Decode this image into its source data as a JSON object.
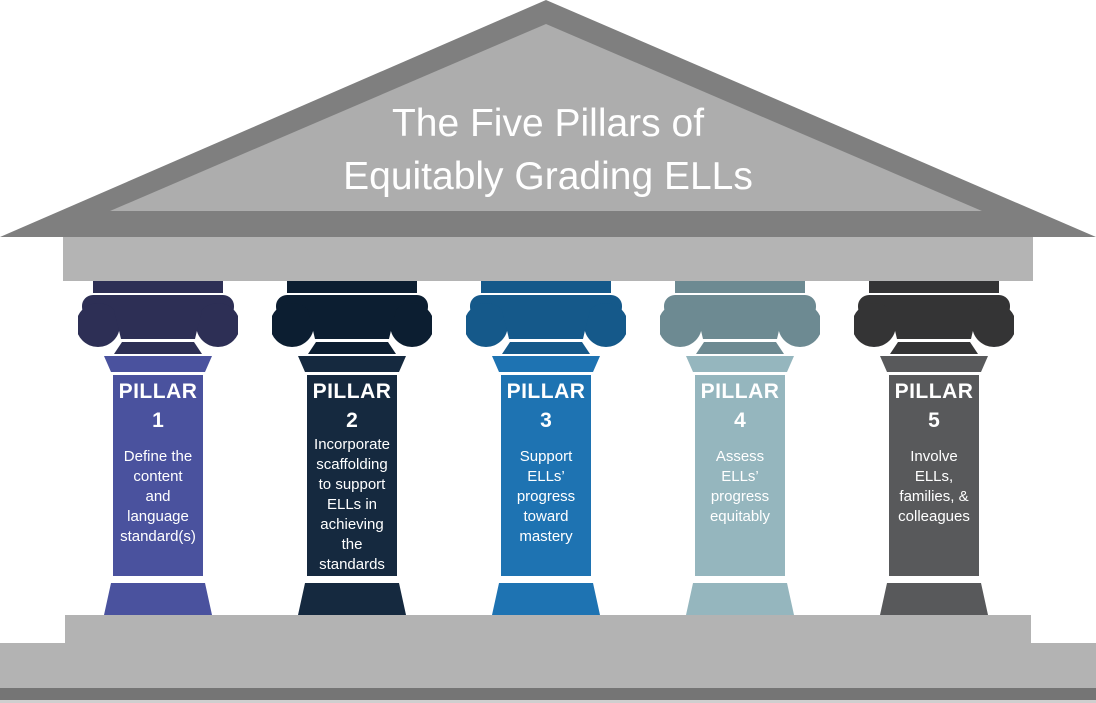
{
  "title_lines": [
    "The Five Pillars of",
    "Equitably Grading ELLs"
  ],
  "colors": {
    "pediment_dark": "#7f7f7f",
    "pediment_light": "#adadad",
    "entablature": "#b4b4b4",
    "step_upper": "#b3b3b3",
    "step_lower": "#b3b3b3",
    "ground_strip": "#757575",
    "ground_edge": "#cfcfcf",
    "title_text": "#ffffff"
  },
  "pillars": [
    {
      "label": "PILLAR",
      "number": "1",
      "description_lines": [
        "Define the",
        "content",
        "and",
        "language",
        "standard(s)"
      ],
      "capital_color": "#2d2f55",
      "shaft_color": "#4a529e"
    },
    {
      "label": "PILLAR",
      "number": "2",
      "description_lines": [
        "Incorporate",
        "scaffolding",
        "to support",
        "ELLs in",
        "achieving",
        "the",
        "standards"
      ],
      "capital_color": "#0c1e31",
      "shaft_color": "#15293f"
    },
    {
      "label": "PILLAR",
      "number": "3",
      "description_lines": [
        "Support",
        "ELLs’",
        "progress",
        "toward",
        "mastery"
      ],
      "capital_color": "#15598a",
      "shaft_color": "#1e73b2"
    },
    {
      "label": "PILLAR",
      "number": "4",
      "description_lines": [
        "Assess",
        "ELLs’",
        "progress",
        "equitably"
      ],
      "capital_color": "#6d8a92",
      "shaft_color": "#95b6be"
    },
    {
      "label": "PILLAR",
      "number": "5",
      "description_lines": [
        "Involve",
        "ELLs,",
        "families, &",
        "colleagues"
      ],
      "capital_color": "#343435",
      "shaft_color": "#58595b"
    }
  ]
}
